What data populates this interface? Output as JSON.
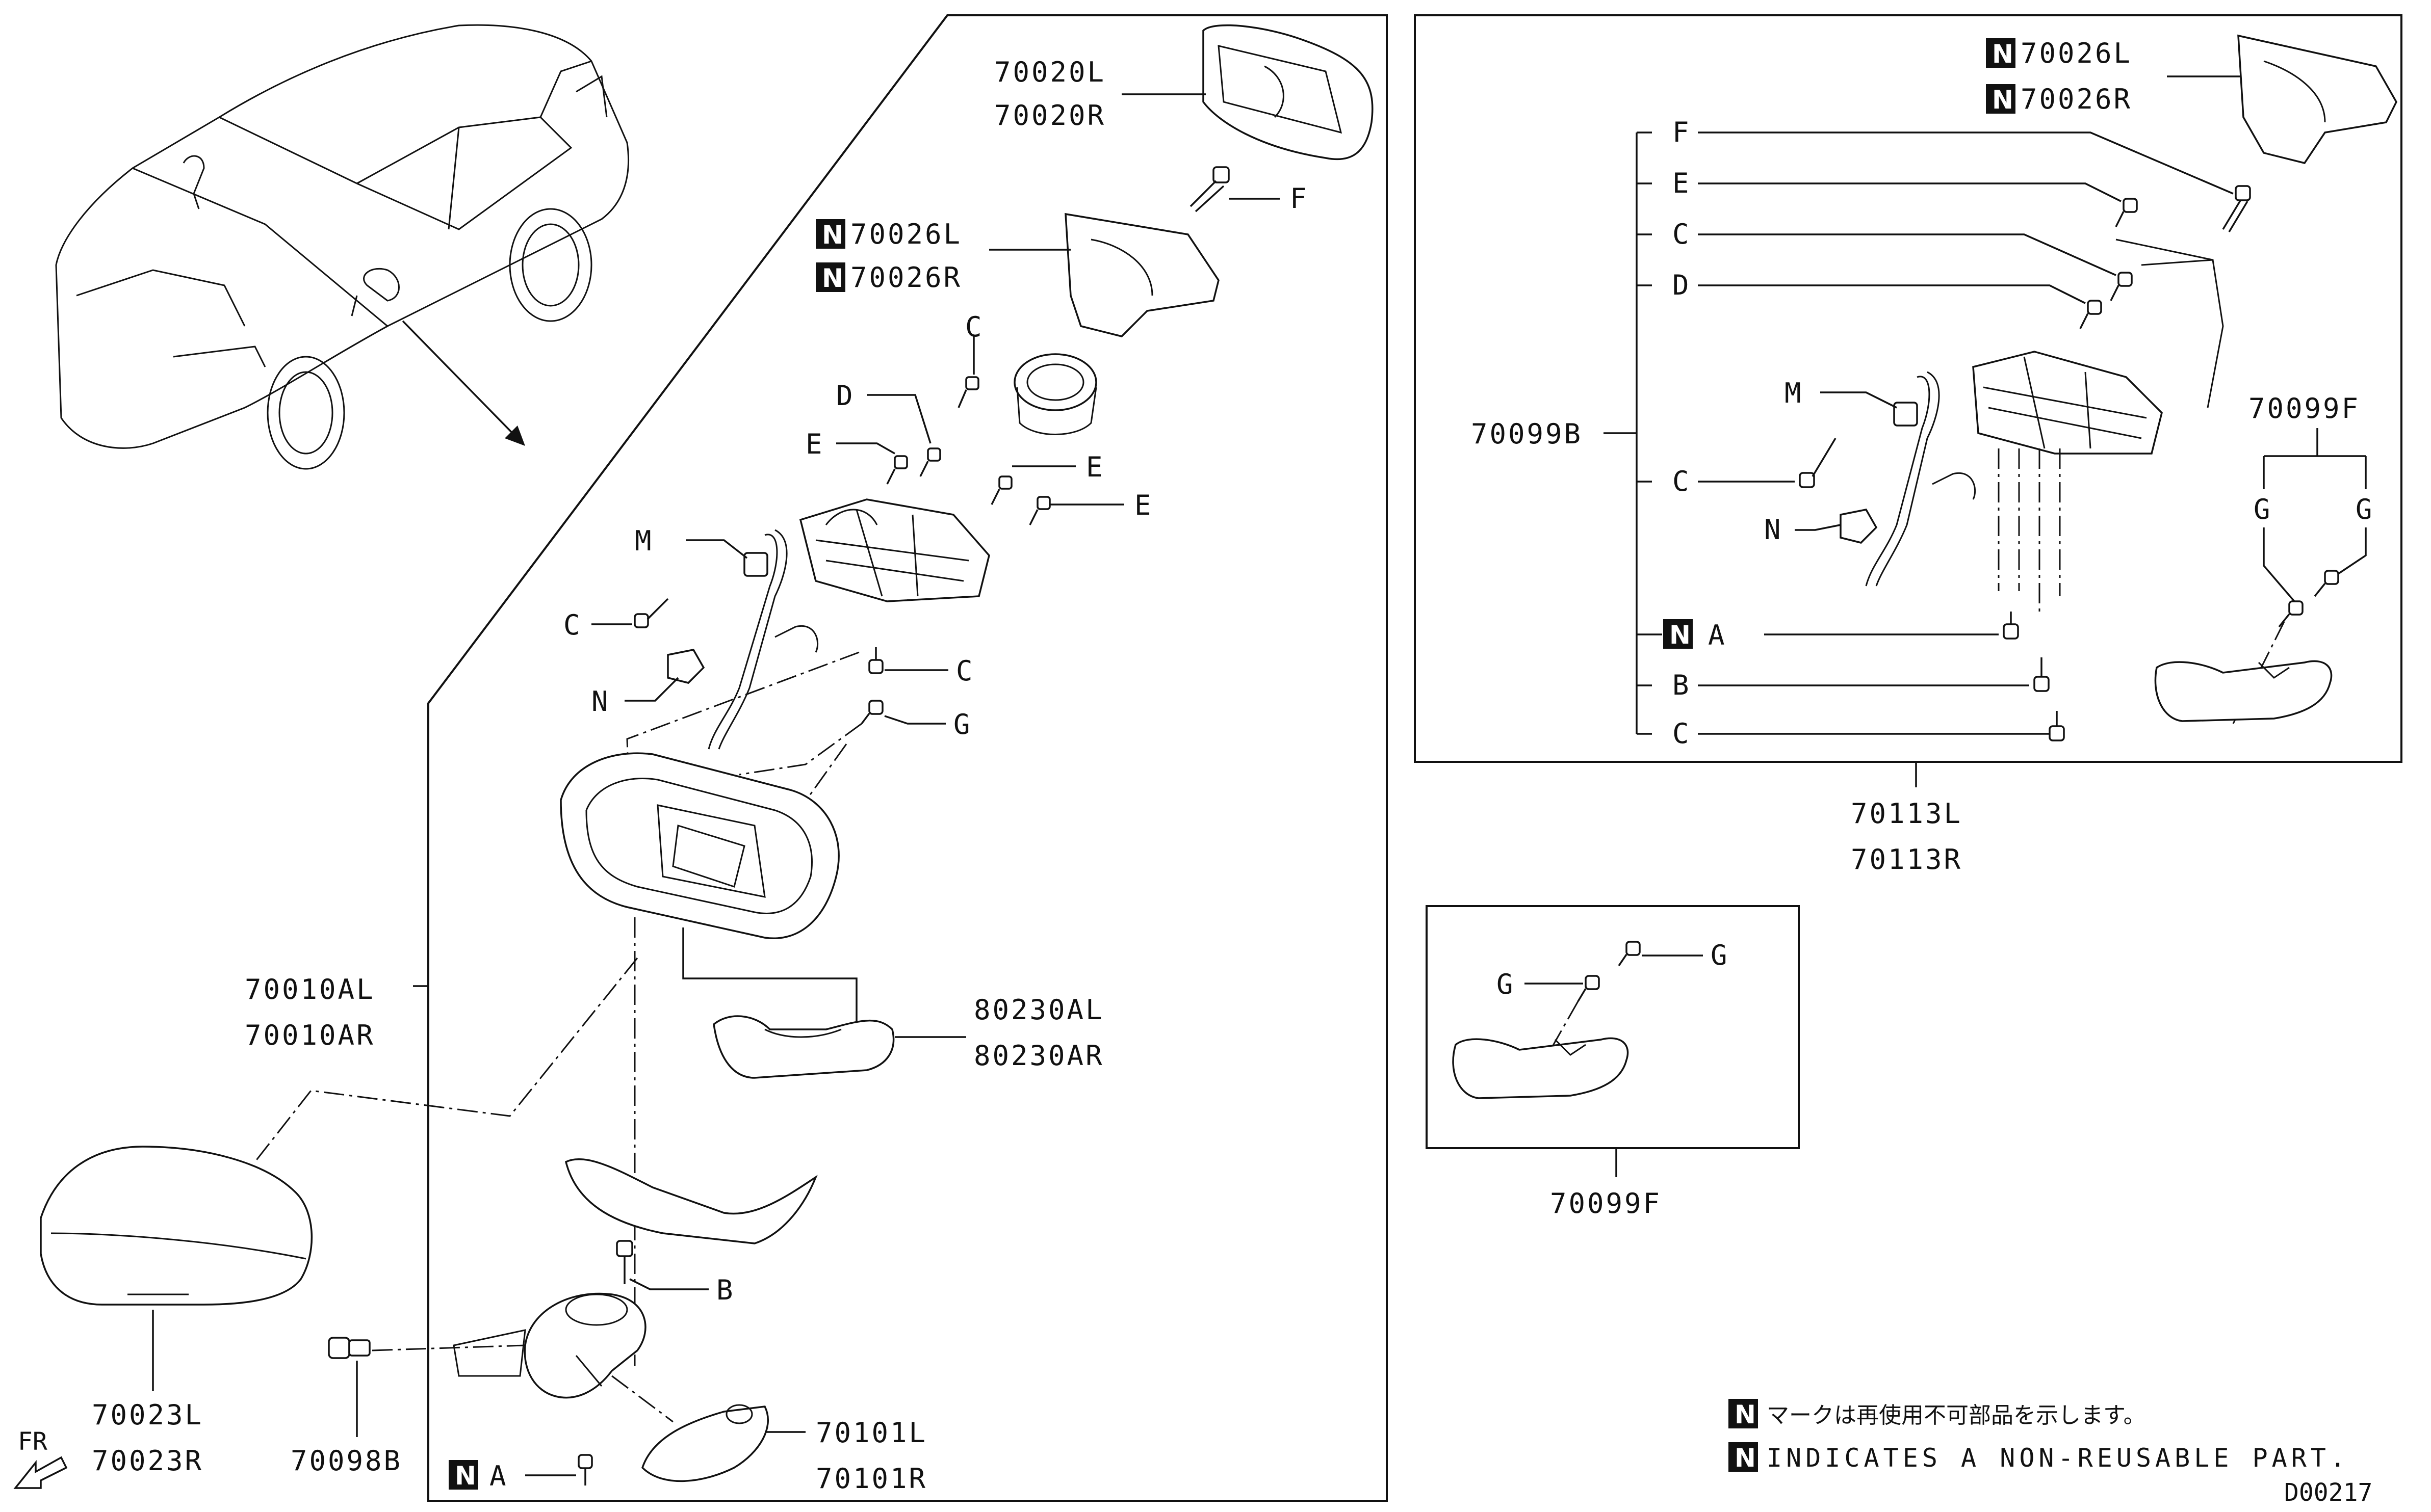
{
  "diagram": {
    "parts": {
      "mirror_glass": [
        "70020L",
        "70020R"
      ],
      "cover_top": [
        "70026L",
        "70026R"
      ],
      "cover_top_right": [
        "70026L",
        "70026R"
      ],
      "mirror_housing": [
        "70010AL",
        "70010AR"
      ],
      "turn_lamp": [
        "80230AL",
        "80230AR"
      ],
      "mirror_cap": [
        "70023L",
        "70023R"
      ],
      "grommet": "70098B",
      "base_cover": [
        "70101L",
        "70101R"
      ],
      "actuator_assy": "70099B",
      "actuator_assy_right": "70113L",
      "actuator_assy_right2": "70113R",
      "lamp_set_right": "70099F",
      "lamp_set_box": "70099F"
    },
    "letters": {
      "F": "F",
      "C": "C",
      "D": "D",
      "E": "E",
      "M": "M",
      "N": "N",
      "G": "G",
      "B": "B",
      "A": "A"
    },
    "n_mark": "N",
    "fr_label": "FR",
    "legend": {
      "jp": "マークは再使用不可部品を示します。",
      "en": "INDICATES A NON-REUSABLE PART."
    },
    "code": "D00217"
  }
}
